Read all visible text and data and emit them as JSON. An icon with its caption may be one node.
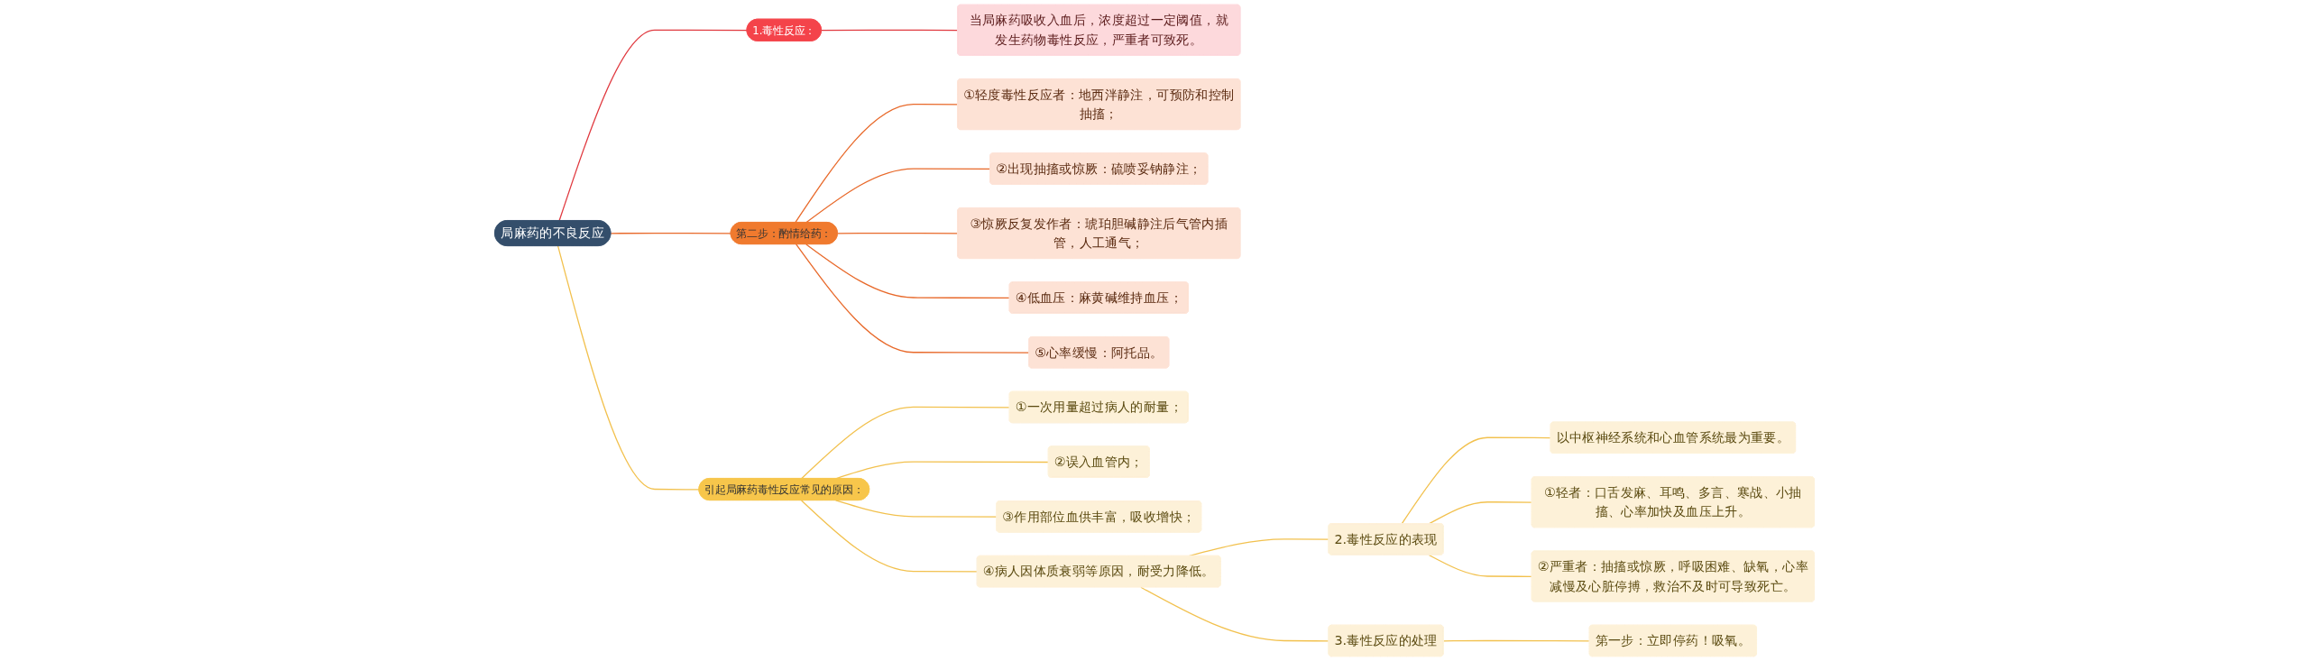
{
  "diagram": {
    "nodes": [
      {
        "text": [
          "局麻药的不良反应"
        ]
      },
      {
        "text": [
          "1.毒性反应："
        ]
      },
      {
        "text": [
          "当局麻药吸收入血后，浓度超过一定阈值，就发生药物毒性反应，严重者可致死。"
        ]
      },
      {
        "text": [
          "引起局麻药毒性反应常见的原因："
        ]
      },
      {
        "text": [
          "①一次用量超过病人的耐量；"
        ]
      },
      {
        "text": [
          "②误入血管内；"
        ]
      },
      {
        "text": [
          "③作用部位血供丰富，吸收增快；"
        ]
      },
      {
        "text": [
          "④病人因体质衰弱等原因，耐受力降低。"
        ]
      },
      {
        "text": [
          "2.毒性反应的表现"
        ]
      },
      {
        "text": [
          "以中枢神经系统和心血管系统最为重要。"
        ]
      },
      {
        "text": [
          "①轻者：口舌发麻、耳鸣、多言、寒战、小抽搐、心率加快及血压上升。"
        ]
      },
      {
        "text": [
          "②严重者：抽搐或惊厥，呼吸困难、缺氧，心率减慢及心脏停搏，救治不及时可导致死亡。"
        ]
      },
      {
        "text": [
          "3.毒性反应的处理"
        ]
      },
      {
        "text": [
          "第一步：立即停药！吸氧。"
        ]
      },
      {
        "text": [
          "第二步：酌情给药："
        ]
      },
      {
        "text": [
          "①轻度毒性反应者：地西泮静注，可预防和控制抽搐；"
        ]
      },
      {
        "text": [
          "②出现抽搐或惊厥：硫喷妥钠静注；"
        ]
      },
      {
        "text": [
          "③惊厥反复发作者：琥珀胆碱静注后气管内插管，人工通气；"
        ]
      },
      {
        "text": [
          "④低血压：麻黄碱维持血压；"
        ]
      },
      {
        "text": [
          "⑤心率缓慢：阿托品。"
        ]
      }
    ],
    "edges": [
      {
        "from": 0,
        "to": 1,
        "arrow": "none",
        "color": "#e0393f"
      },
      {
        "from": 1,
        "to": 2,
        "arrow": "none",
        "color": "#e0393f"
      },
      {
        "from": 0,
        "to": 3,
        "arrow": "none"
      },
      {
        "from": 3,
        "to": 4,
        "arrow": "none"
      },
      {
        "from": 3,
        "to": 5,
        "arrow": "none"
      },
      {
        "from": 3,
        "to": 6,
        "arrow": "none"
      },
      {
        "from": 3,
        "to": 7,
        "arrow": "none"
      },
      {
        "from": 7,
        "to": 8,
        "arrow": "none"
      },
      {
        "from": 8,
        "to": 9,
        "arrow": "none"
      },
      {
        "from": 8,
        "to": 10,
        "arrow": "none"
      },
      {
        "from": 8,
        "to": 11,
        "arrow": "none"
      },
      {
        "from": 7,
        "to": 12,
        "arrow": "none"
      },
      {
        "from": 12,
        "to": 13,
        "arrow": "none"
      },
      {
        "from": 0,
        "to": 14,
        "arrow": "none",
        "color": "#e8692a"
      },
      {
        "from": 14,
        "to": 15,
        "arrow": "none",
        "color": "#e8692a"
      },
      {
        "from": 14,
        "to": 16,
        "arrow": "none",
        "color": "#e8692a"
      },
      {
        "from": 14,
        "to": 17,
        "arrow": "none",
        "color": "#e8692a"
      },
      {
        "from": 14,
        "to": 18,
        "arrow": "none",
        "color": "#e8692a"
      },
      {
        "from": 14,
        "to": 19,
        "arrow": "none",
        "color": "#e8692a"
      }
    ]
  }
}
